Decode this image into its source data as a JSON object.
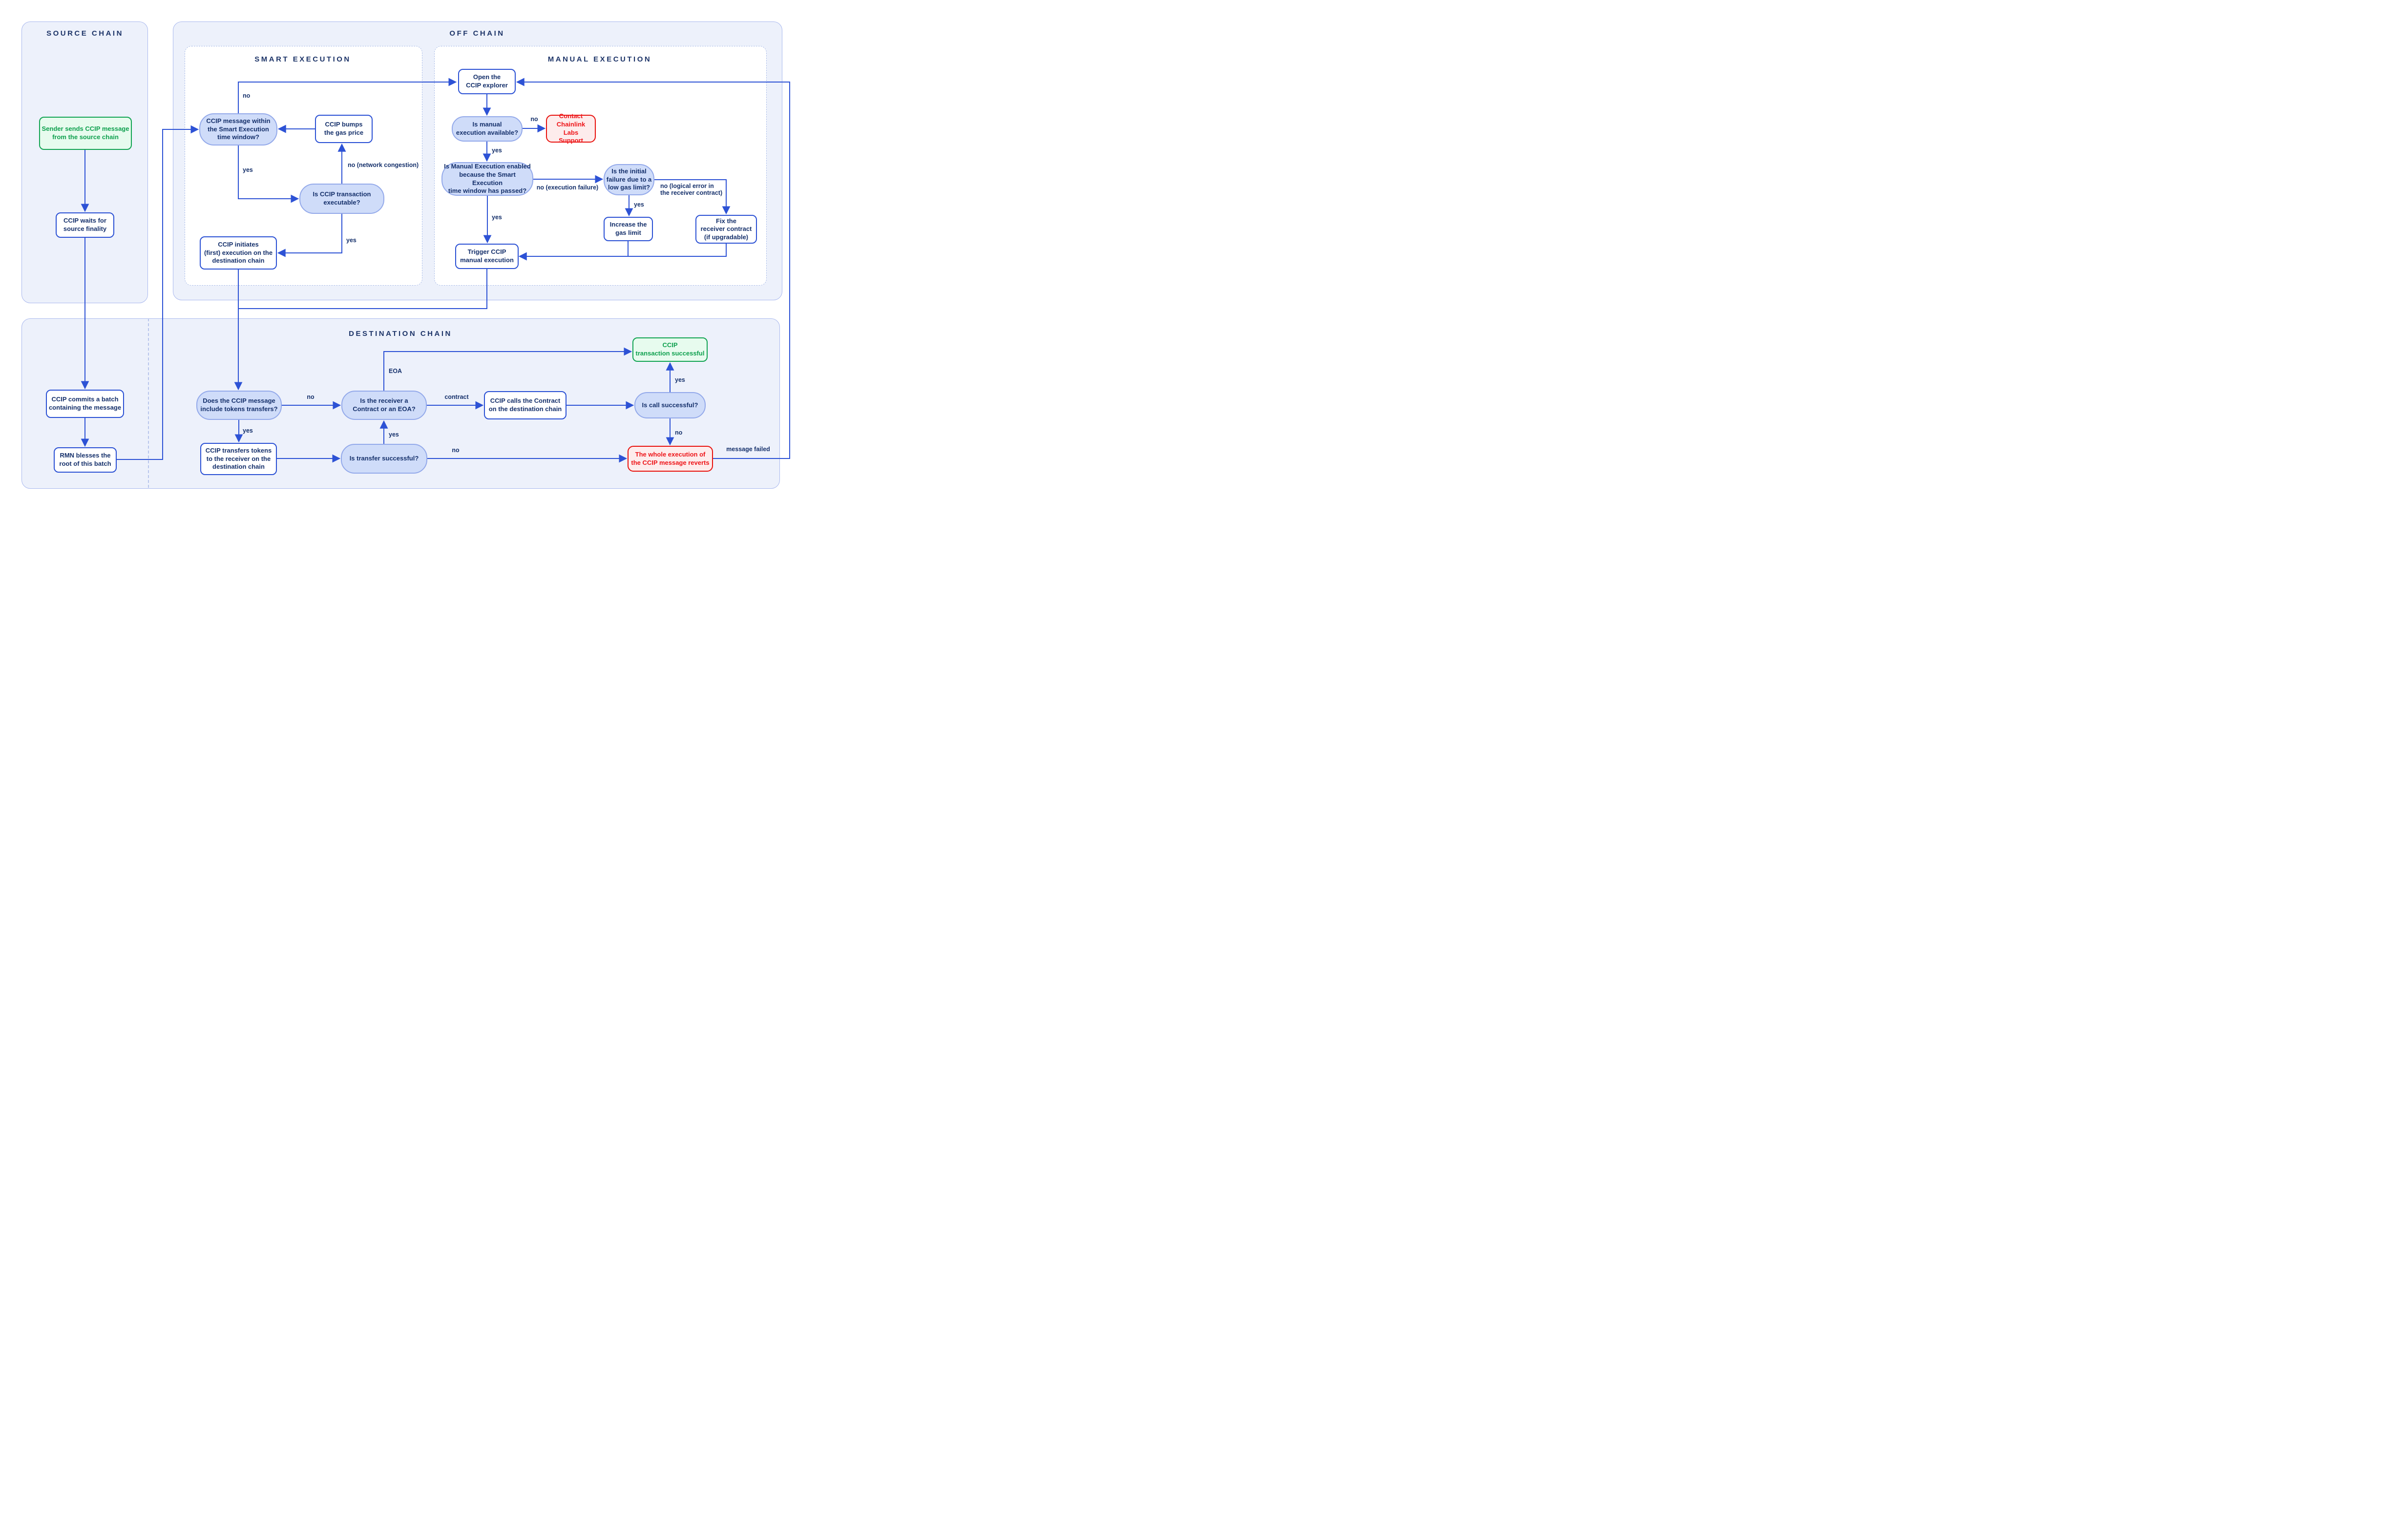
{
  "sections": {
    "source_chain": {
      "title": "SOURCE CHAIN"
    },
    "off_chain": {
      "title": "OFF CHAIN"
    },
    "smart_execution": {
      "title": "SMART EXECUTION"
    },
    "manual_execution": {
      "title": "MANUAL EXECUTION"
    },
    "destination_chain": {
      "title": "DESTINATION CHAIN"
    }
  },
  "colors": {
    "line_blue": "#2d52d5",
    "node_text_navy": "#15306b",
    "decision_fill": "#cfdcf9",
    "decision_border": "#93a9ea",
    "section_fill": "#edf1fb",
    "section_border": "#a9b8ee",
    "success_green": "#12a452",
    "success_fill": "#e7fbee",
    "fail_red": "#e8100c",
    "fail_fill": "#fdecec"
  },
  "nodes": {
    "sender": {
      "label": "Sender sends CCIP message\nfrom the source chain",
      "type": "start"
    },
    "waits": {
      "label": "CCIP waits for\nsource finality",
      "type": "process"
    },
    "commits": {
      "label": "CCIP commits a batch\ncontaining the message",
      "type": "process"
    },
    "rmn": {
      "label": "RMN blesses the\nroot of this batch",
      "type": "process"
    },
    "window": {
      "label": "CCIP message within\nthe Smart Execution\ntime window?",
      "type": "decision"
    },
    "bumps": {
      "label": "CCIP bumps\nthe gas price",
      "type": "process"
    },
    "executable": {
      "label": "Is CCIP transaction\nexecutable?",
      "type": "decision"
    },
    "initiates": {
      "label": "CCIP initiates\n(first) execution on the\ndestination chain",
      "type": "process"
    },
    "explorer": {
      "label": "Open the\nCCIP explorer",
      "type": "process"
    },
    "available": {
      "label": "Is manual\nexecution available?",
      "type": "decision"
    },
    "contact": {
      "label": "Contact\nChainlink Labs\nSupport",
      "type": "fail"
    },
    "enabled": {
      "label": "Is Manual Execution enabled\nbecause the Smart Execution\ntime window has passed?",
      "type": "decision"
    },
    "gaslimit": {
      "label": "Is the initial\nfailure due to a\nlow gas limit?",
      "type": "decision"
    },
    "increase": {
      "label": "Increase the\ngas limit",
      "type": "process"
    },
    "fix": {
      "label": "Fix the\nreceiver contract\n(if upgradable)",
      "type": "process"
    },
    "trigger": {
      "label": "Trigger CCIP\nmanual execution",
      "type": "process"
    },
    "tokens": {
      "label": "Does the CCIP message\ninclude tokens transfers?",
      "type": "decision"
    },
    "receiver": {
      "label": "Is the receiver a\nContract or an EOA?",
      "type": "decision"
    },
    "calls": {
      "label": "CCIP calls the Contract\non the destination chain",
      "type": "process"
    },
    "call_ok": {
      "label": "Is call successful?",
      "type": "decision"
    },
    "success": {
      "label": "CCIP\ntransaction successful",
      "type": "start"
    },
    "transfers": {
      "label": "CCIP transfers tokens\nto the receiver on the\ndestination chain",
      "type": "process"
    },
    "transfer_ok": {
      "label": "Is transfer successful?",
      "type": "decision"
    },
    "revert": {
      "label": "The whole execution of\nthe CCIP message reverts",
      "type": "fail"
    }
  },
  "edge_labels": {
    "window_no": "no",
    "window_yes": "yes",
    "congestion": "no (network congestion)",
    "executable_yes": "yes",
    "available_no": "no",
    "available_yes": "yes",
    "exec_failure": "no (execution failure)",
    "enabled_yes": "yes",
    "logical_error": "no (logical error in\nthe receiver contract)",
    "gaslimit_yes": "yes",
    "eoa": "EOA",
    "contract": "contract",
    "tokens_no": "no",
    "tokens_yes": "yes",
    "call_yes": "yes",
    "call_no": "no",
    "transfer_yes": "yes",
    "transfer_no": "no",
    "message_failed": "message failed"
  }
}
